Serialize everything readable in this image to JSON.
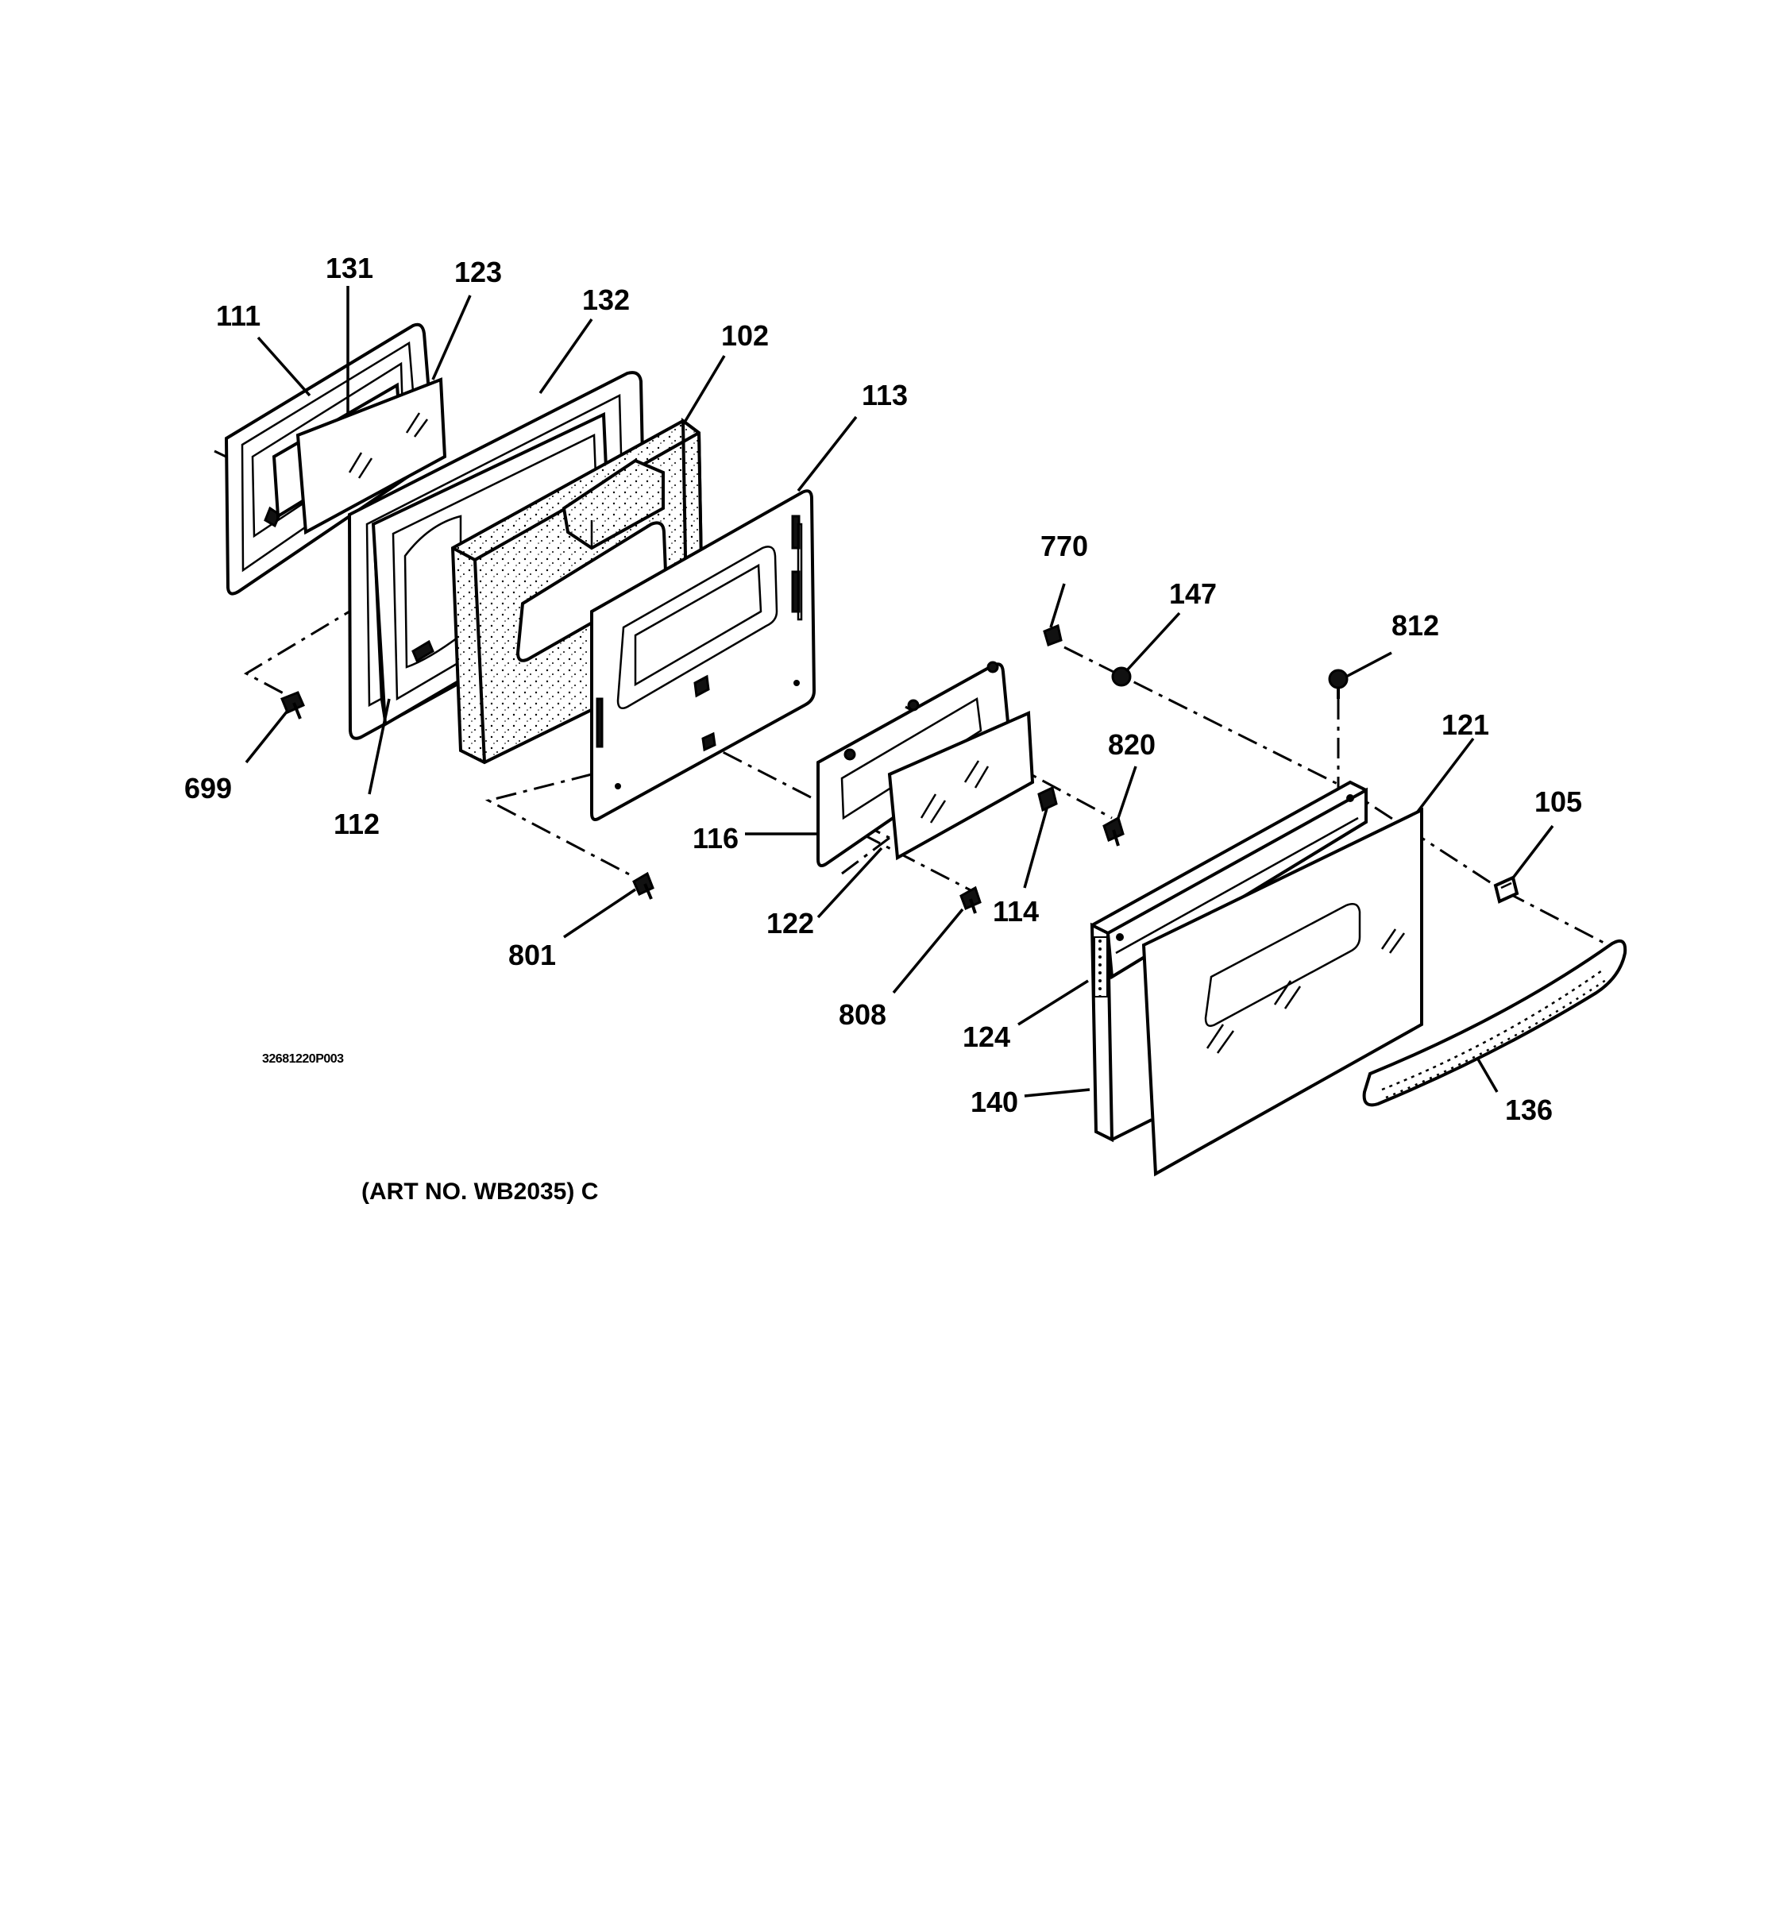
{
  "diagram": {
    "callouts": {
      "c111": "111",
      "c131": "131",
      "c123": "123",
      "c132": "132",
      "c102": "102",
      "c113": "113",
      "c699": "699",
      "c112": "112",
      "c801": "801",
      "c116": "116",
      "c122": "122",
      "c114": "114",
      "c808": "808",
      "c770": "770",
      "c147": "147",
      "c820": "820",
      "c812": "812",
      "c121": "121",
      "c105": "105",
      "c124": "124",
      "c140": "140",
      "c136": "136"
    },
    "drawing_number": "32681220P003",
    "art_number": "(ART NO. WB2035) C"
  }
}
